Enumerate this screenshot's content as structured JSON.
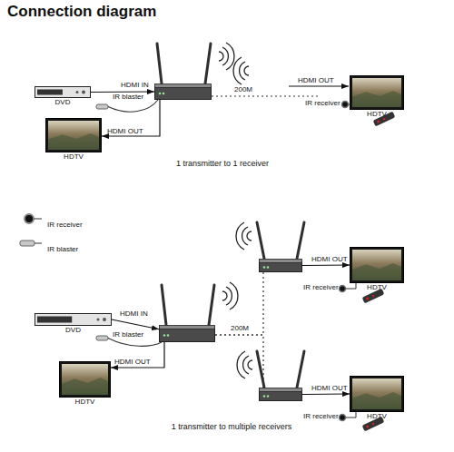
{
  "diagram": {
    "title": "Connection diagram",
    "nodes": [
      {
        "text": [
          "DVD"
        ]
      },
      {
        "text": []
      },
      {
        "text": [
          "HDTV"
        ]
      },
      {
        "text": [
          "HDTV"
        ]
      },
      {
        "text": []
      },
      {
        "text": [
          "HDTV"
        ]
      },
      {
        "text": [
          "DVD"
        ]
      },
      {
        "text": []
      },
      {
        "text": [
          "HDTV"
        ]
      },
      {
        "text": []
      },
      {
        "text": [
          "HDTV"
        ]
      }
    ],
    "edges": [
      {
        "from": 0,
        "to": 1,
        "label": "HDMI IN",
        "arrow": "to"
      },
      {
        "from": 1,
        "to": 3,
        "label": "HDMI OUT",
        "arrow": "to"
      },
      {
        "from": 6,
        "to": 7,
        "label": "HDMI IN",
        "arrow": "to"
      },
      {
        "from": 7,
        "to": 8,
        "label": "HDMI OUT",
        "arrow": "to"
      },
      {
        "from": 7,
        "to": 4,
        "label": "200M",
        "arrow": "none"
      },
      {
        "from": 7,
        "to": 9,
        "arrow": "none"
      },
      {
        "from": 4,
        "to": 5,
        "label": "HDMI OUT",
        "arrow": "to"
      },
      {
        "from": 9,
        "to": 10,
        "label": "HDMI OUT",
        "arrow": "to"
      }
    ],
    "labels": [
      "IR blaster",
      "200M",
      "HDMI OUT",
      "IR receiver",
      "1 transmitter to 1 receiver",
      "IR blaster",
      "IR receiver",
      "IR receiver",
      "1 transmitter to multiple receivers"
    ],
    "legend": [
      {
        "text": "IR receiver"
      },
      {
        "text": "IR blaster"
      }
    ]
  }
}
